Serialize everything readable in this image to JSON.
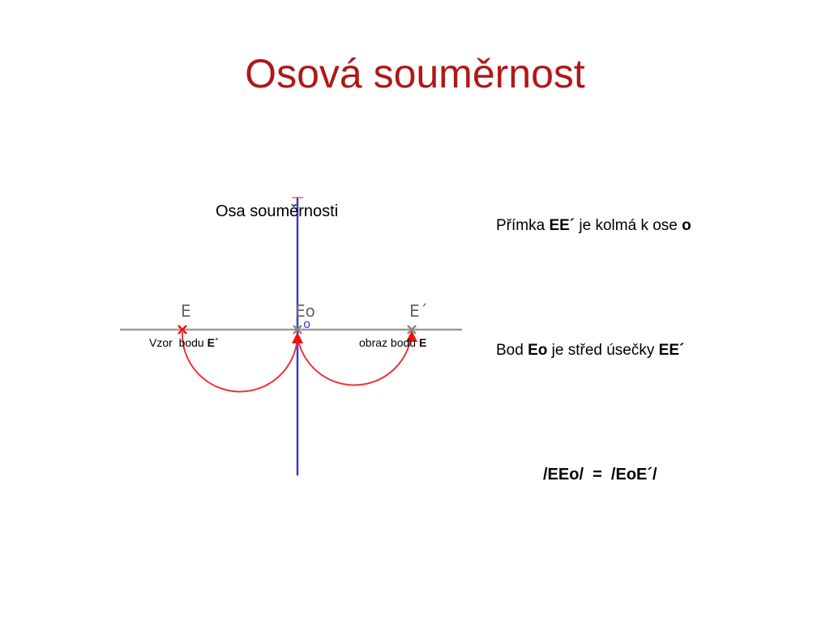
{
  "title": "Osová souměrnost",
  "figure": {
    "axis_caption": "Osa souměrnosti",
    "point_E": "E",
    "point_Eo": "Eo",
    "point_E_prime": "E´",
    "axis_o": "o",
    "left_caption": {
      "text": "Vzor  bodu ",
      "bold": "E´"
    },
    "right_caption": {
      "text": "obraz bodu ",
      "bold": "E"
    },
    "colors": {
      "axis": "#3a3ad6",
      "line": "#9b9b9b",
      "arc": "#ee3333",
      "title": "#b01818"
    }
  },
  "statements": {
    "s1": {
      "a": "Přímka ",
      "b": "EE´",
      "c": " je kolmá k ose ",
      "d": "o"
    },
    "s2": {
      "a": "Bod ",
      "b": "Eo",
      "c": " je střed úsečky ",
      "d": "EE´"
    },
    "s3": "/EEo/  =  /EoE´/"
  }
}
